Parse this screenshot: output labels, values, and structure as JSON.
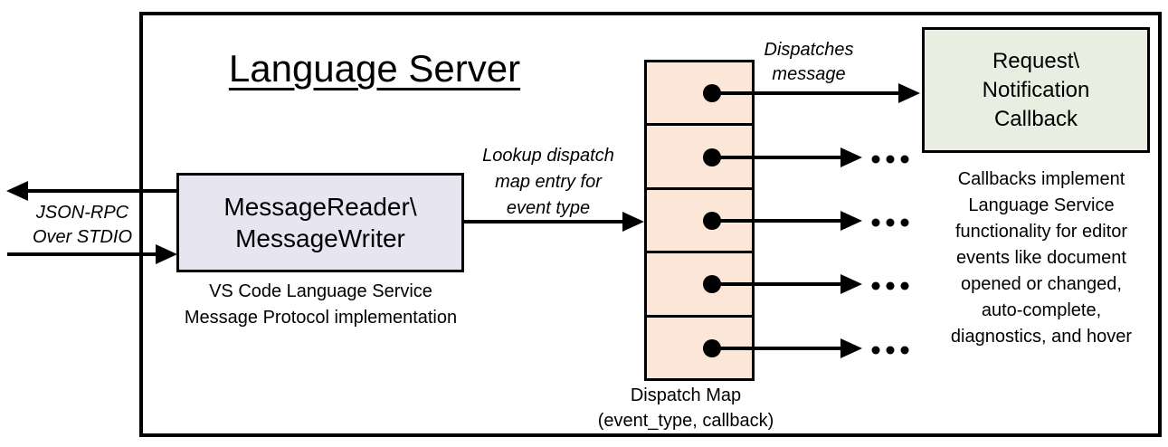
{
  "title": "Language Server",
  "message_io": {
    "box_lines": [
      "MessageReader\\",
      "MessageWriter"
    ],
    "caption_lines": [
      "VS Code Language Service",
      "Message Protocol implementation"
    ],
    "fill": "#E6E5F0"
  },
  "json_rpc_label": {
    "lines": [
      "JSON-RPC",
      "Over STDIO"
    ]
  },
  "lookup_label": {
    "lines": [
      "Lookup dispatch",
      "map entry for",
      "event type"
    ]
  },
  "dispatches_label": {
    "lines": [
      "Dispatches",
      "message"
    ]
  },
  "dispatch_map": {
    "row_count": 5,
    "fill": "#FBE6D7",
    "caption_lines": [
      "Dispatch Map",
      "(event_type, callback)"
    ]
  },
  "callback_box": {
    "lines": [
      "Request\\",
      "Notification",
      "Callback"
    ],
    "fill": "#E8EEE0"
  },
  "callbacks_note": {
    "lines": [
      "Callbacks implement",
      "Language Service",
      "functionality for editor",
      "events like document",
      "opened or changed,",
      "auto-complete,",
      "diagnostics, and hover"
    ]
  },
  "ellipsis": "...",
  "colors": {
    "line": "#000000",
    "background": "#FFFFFF"
  }
}
